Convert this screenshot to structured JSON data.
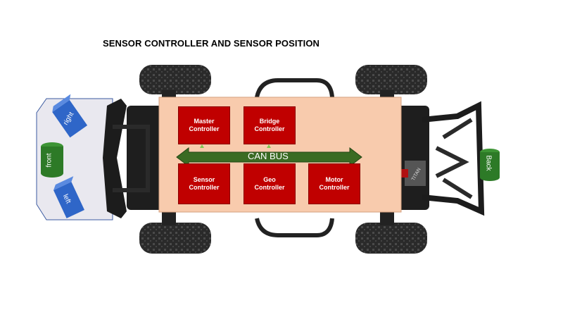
{
  "title": "SENSOR CONTROLLER AND SENSOR POSITION",
  "bus": {
    "label": "CAN BUS"
  },
  "controllers": {
    "master": {
      "line1": "Master",
      "line2": "Controller"
    },
    "bridge": {
      "line1": "Bridge",
      "line2": "Controller"
    },
    "sensor": {
      "line1": "Sensor",
      "line2": "Controller"
    },
    "geo": {
      "line1": "Geo",
      "line2": "Controller"
    },
    "motor": {
      "line1": "Motor",
      "line2": "Controller"
    }
  },
  "sensors": {
    "front": "front",
    "right": "right",
    "left": "left",
    "back": "Back"
  },
  "vehicle_brand": "TITAN",
  "colors": {
    "controller_fill": "#c00000",
    "bus_arrow": "#3a6b23",
    "chassis_overlay": "#f8cbad",
    "front_sensor": "#2d7a27",
    "side_sensor": "#2f66c8",
    "sensor_panel": "#e7e6ee"
  }
}
